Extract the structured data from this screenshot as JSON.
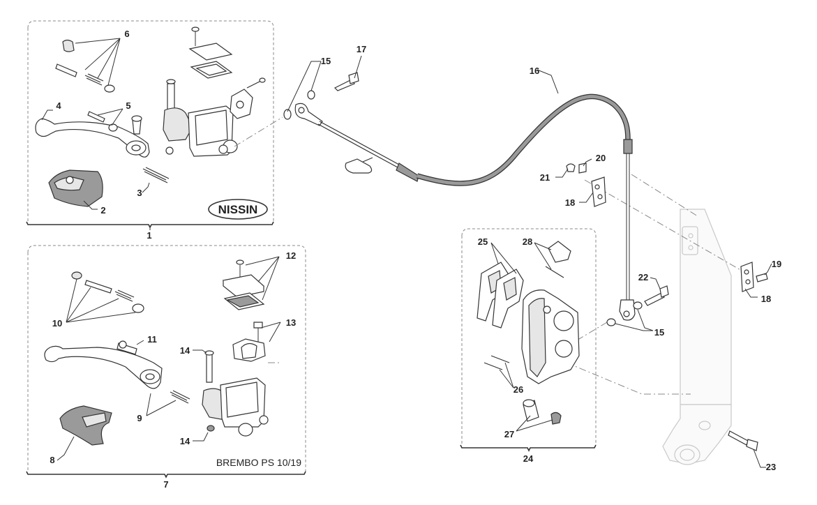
{
  "groups": {
    "nissin": {
      "number": "1",
      "brand_badge": "NISSIN"
    },
    "brembo": {
      "number": "7",
      "brand_text": "BREMBO PS 10/19"
    },
    "caliper": {
      "number": "24"
    }
  },
  "callouts": {
    "c1": "1",
    "c2": "2",
    "c3": "3",
    "c4": "4",
    "c5": "5",
    "c6": "6",
    "c7": "7",
    "c8": "8",
    "c9": "9",
    "c10": "10",
    "c11": "11",
    "c12": "12",
    "c13": "13",
    "c14a": "14",
    "c14b": "14",
    "c15a": "15",
    "c15b": "15",
    "c16": "16",
    "c17": "17",
    "c18a": "18",
    "c18b": "18",
    "c19": "19",
    "c20": "20",
    "c21": "21",
    "c22": "22",
    "c23": "23",
    "c24": "24",
    "c25": "25",
    "c26": "26",
    "c27": "27",
    "c28": "28"
  },
  "colors": {
    "line": "#333333",
    "dashed_box": "#8a8a8a",
    "hose": "#9a9a9a",
    "fork": "#c9c9c9"
  }
}
